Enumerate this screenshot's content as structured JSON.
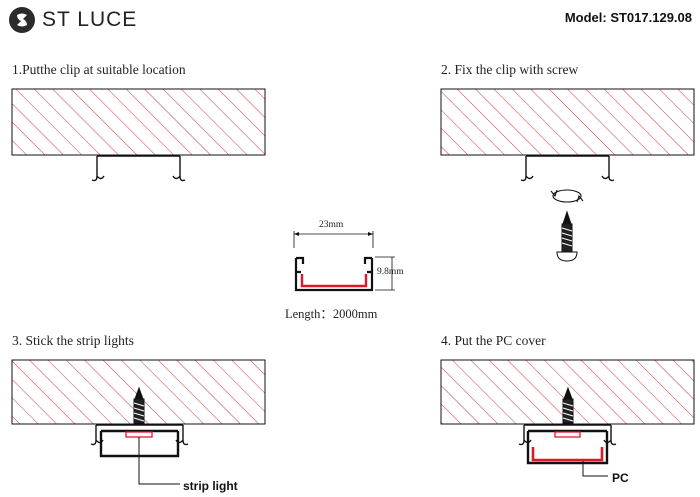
{
  "header": {
    "brand": "ST LUCE",
    "model": "Model: ST017.129.08"
  },
  "steps": [
    {
      "title": "1.Putthe clip at suitable location"
    },
    {
      "title": "2. Fix the clip with screw"
    },
    {
      "title": "3. Stick the strip lights",
      "callout": "strip light"
    },
    {
      "title": "4. Put the PC cover",
      "callout": "PC"
    }
  ],
  "profile": {
    "width": "23mm",
    "height": "9.8mm",
    "length": "Length：2000mm"
  },
  "colors": {
    "hatch": "#d33a3a",
    "led": "#e0162b",
    "line": "#111111"
  }
}
